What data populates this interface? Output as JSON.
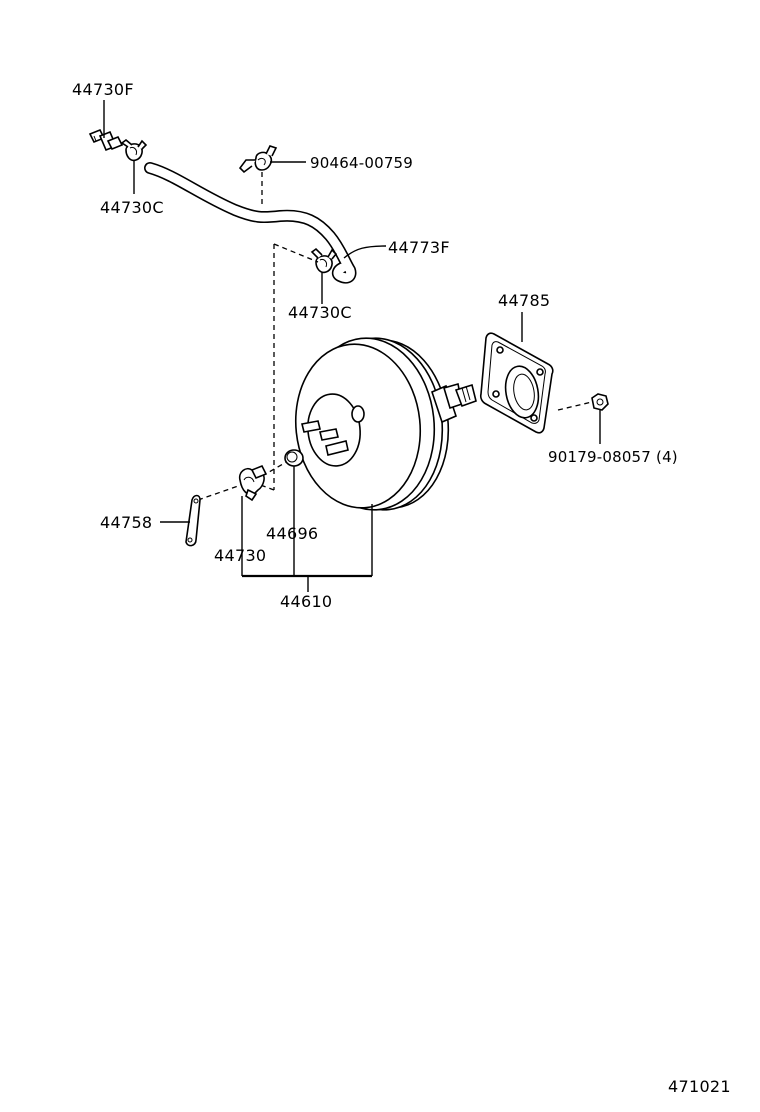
{
  "diagram": {
    "parts": {
      "p44730F": "44730F",
      "p44730C_top": "44730C",
      "p90464": "90464-00759",
      "p44773F": "44773F",
      "p44730C_mid": "44730C",
      "p44785": "44785",
      "p90179": "90179-08057 (4)",
      "p44758": "44758",
      "p44696": "44696",
      "p44730": "44730",
      "p44610": "44610"
    },
    "figure_number": "471021"
  }
}
